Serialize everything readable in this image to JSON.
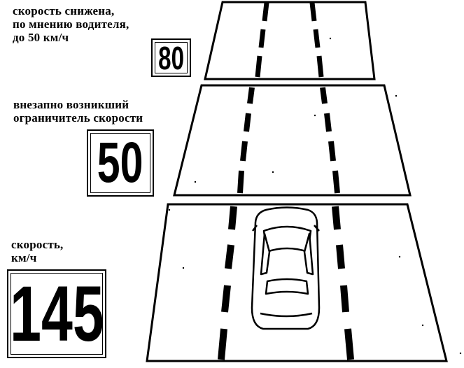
{
  "panels": [
    {
      "caption": "скорость снижена,\nпо мнению водителя,\nдо 50 км/ч",
      "sign_value": "80"
    },
    {
      "caption": "внезапно возникший\nограничитель скорости",
      "sign_value": "50"
    },
    {
      "caption": "скорость,\nкм/ч",
      "sign_value": "145"
    }
  ],
  "icons": [
    "road-segment",
    "lane-dash",
    "car-top-view"
  ]
}
